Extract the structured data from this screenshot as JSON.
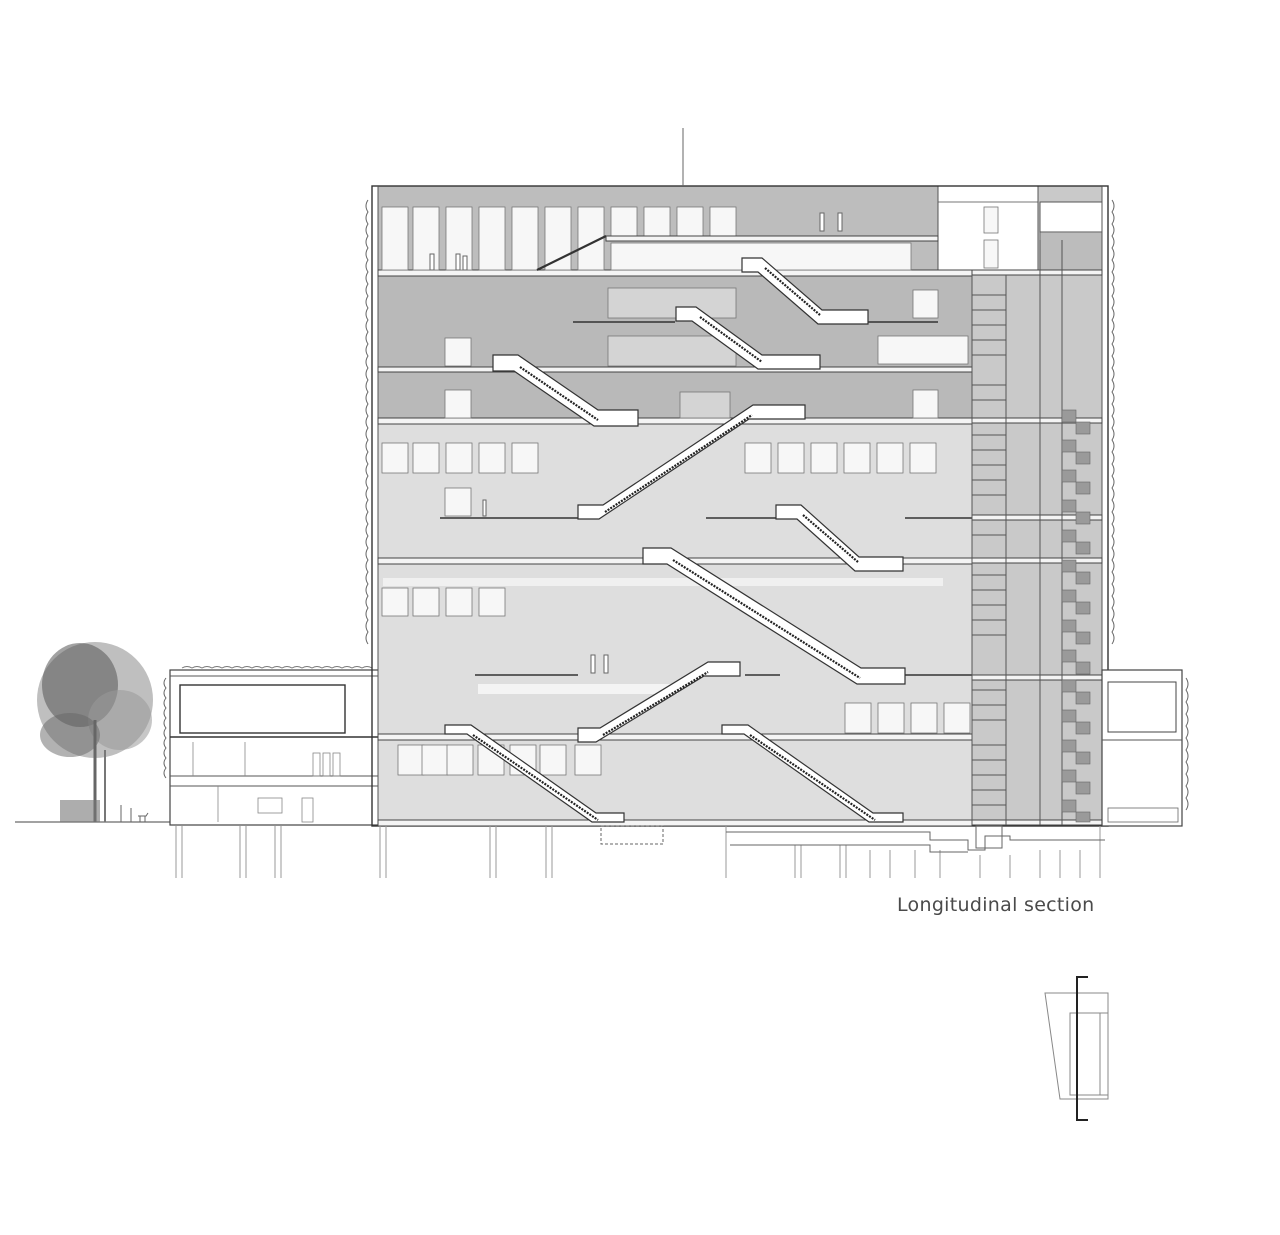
{
  "drawing": {
    "title": "Longitudinal section",
    "type": "architectural-section",
    "colors": {
      "background": "#ffffff",
      "upper_floors_fill": "#b9b9b9",
      "lower_floors_fill": "#dedede",
      "core_fill": "#c9c9c9",
      "line": "#444444",
      "caption_text": "#4a4a4a"
    },
    "key_plan": {
      "label": "section cut key plan"
    }
  }
}
